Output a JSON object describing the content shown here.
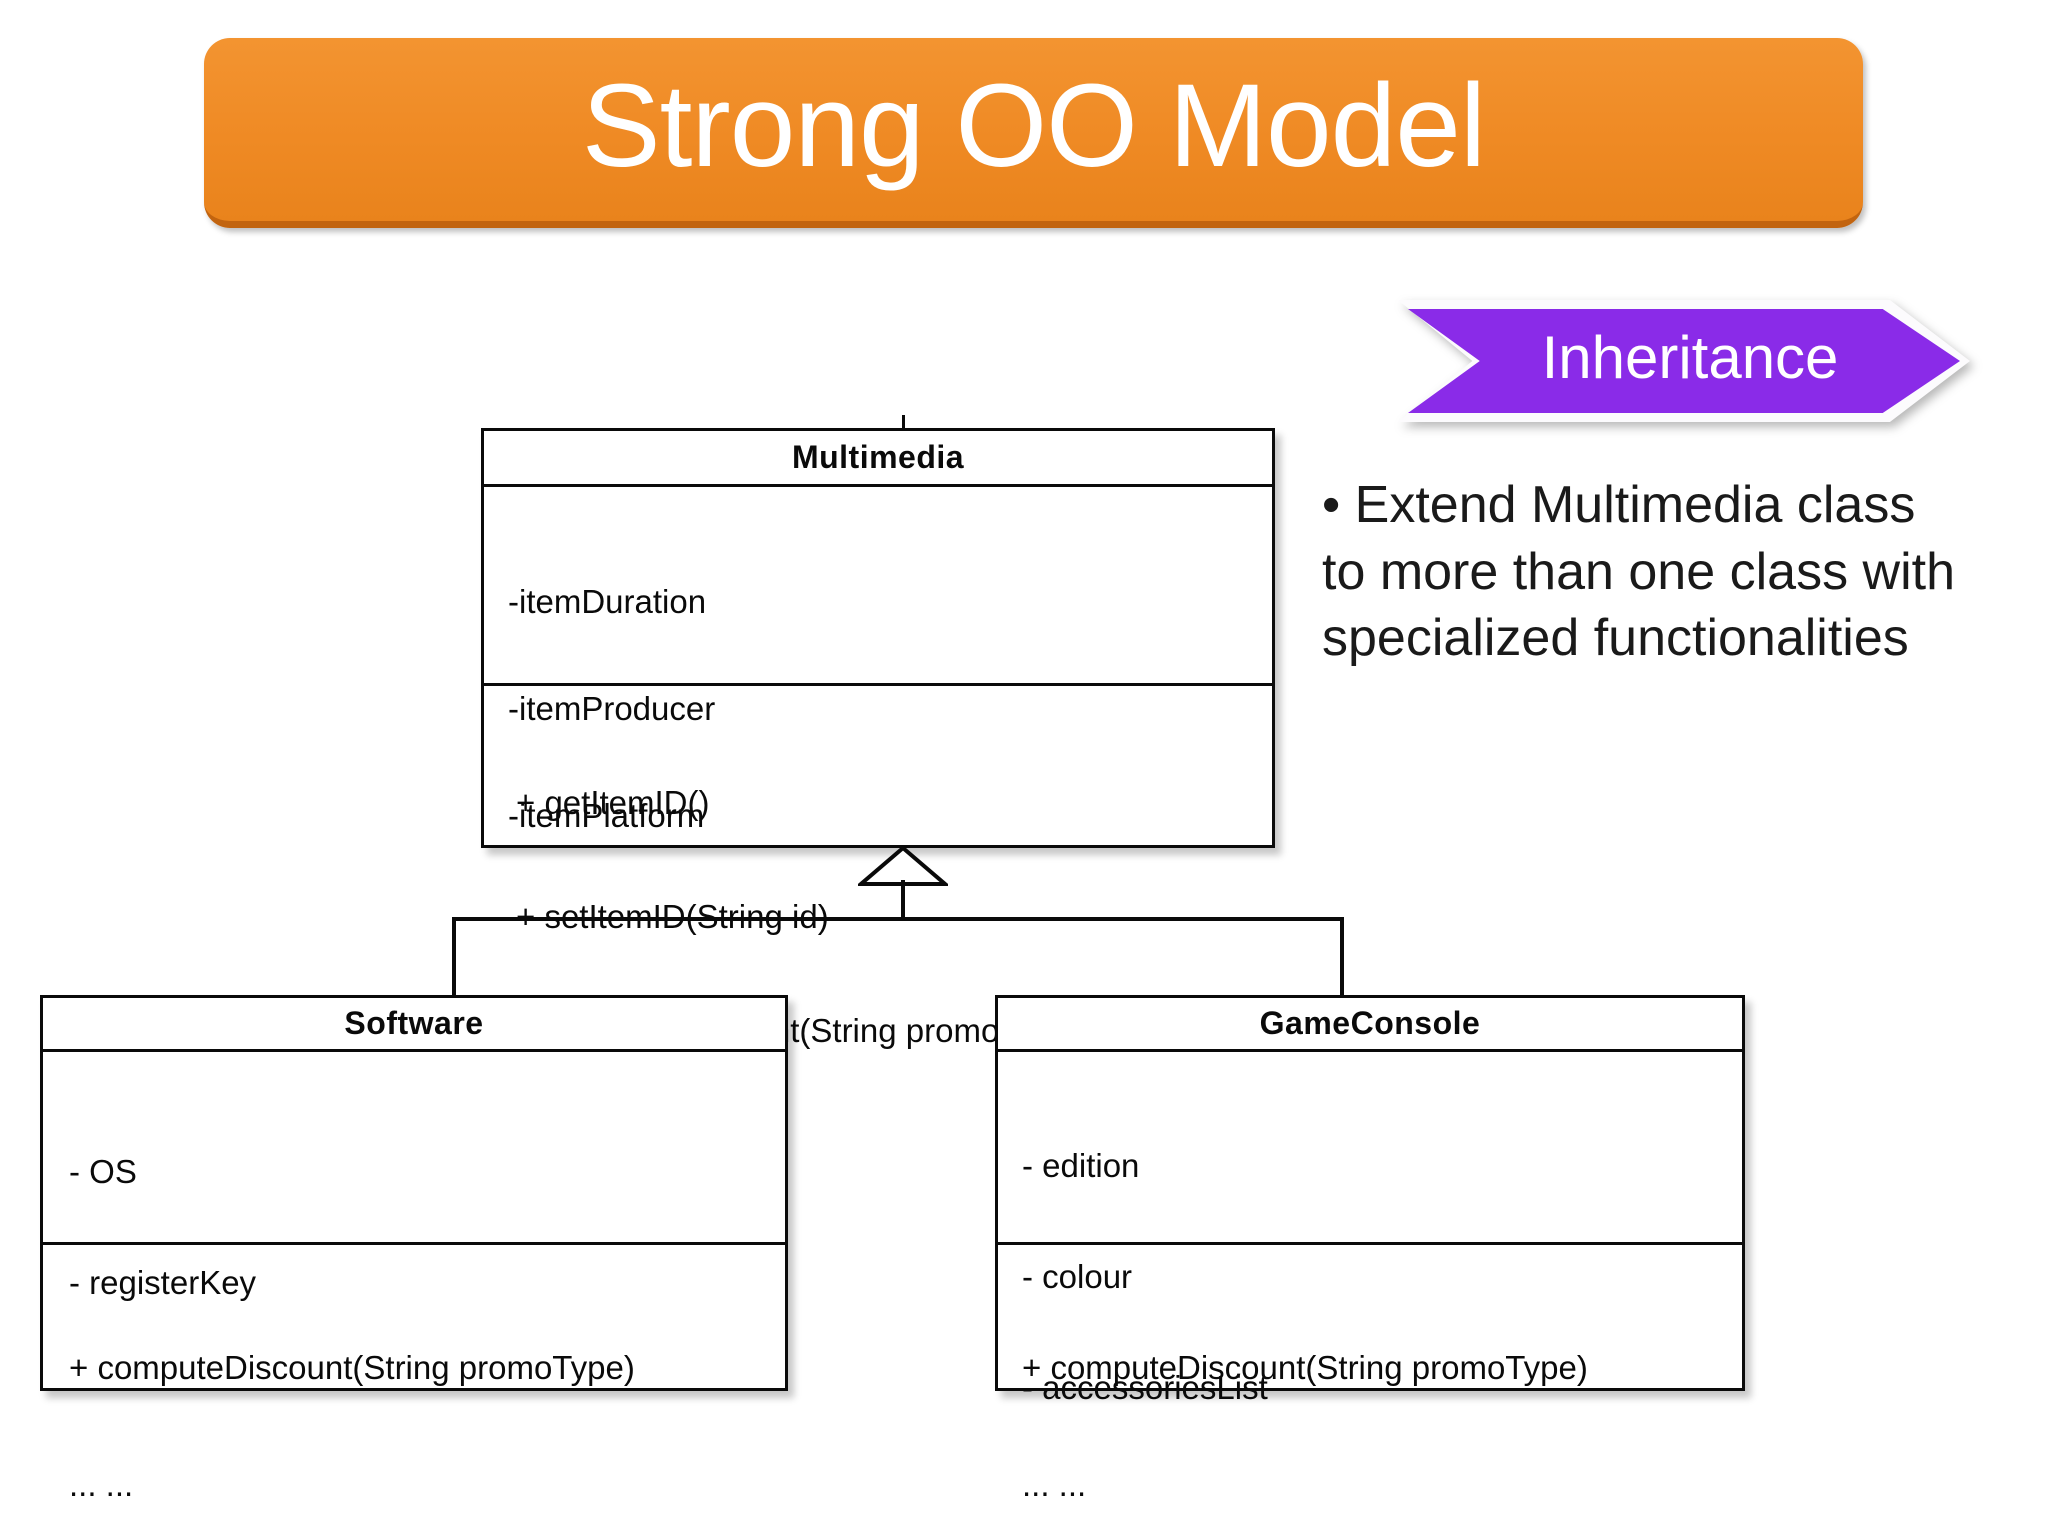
{
  "slide": {
    "title": "Strong OO Model",
    "title_bg_color": "#EF8A24",
    "title_text_color": "#FFFFFF"
  },
  "chevron": {
    "label": "Inheritance",
    "fill_color": "#8A2BE8",
    "border_color": "#FCFBFD",
    "text_color": "#FFFFFF",
    "icon": "chevron-right-banner"
  },
  "bullet": {
    "line1": "• Extend Multimedia class",
    "line2": "to more than one class with",
    "line3": "specialized functionalities"
  },
  "diagram": {
    "type": "uml-class-diagram",
    "relationship": "inheritance",
    "relationship_icon": "hollow-triangle-arrow",
    "classes": [
      {
        "name": "Multimedia",
        "role": "superclass",
        "attributes": [
          "-itemDuration",
          "-itemProducer",
          "-itemPlatform"
        ],
        "methods": [
          "+ getItemID()",
          "+ setItemID(String id)",
          "+ computeDiscount(String promotype)",
          "... ..."
        ]
      },
      {
        "name": "Software",
        "role": "subclass",
        "attributes": [
          "- OS",
          "- registerKey"
        ],
        "methods": [
          "+ computeDiscount(String promoType)",
          "... ..."
        ]
      },
      {
        "name": "GameConsole",
        "role": "subclass",
        "attributes": [
          "- edition",
          "- colour",
          "- accessoriesList"
        ],
        "methods": [
          "+ computeDiscount(String promoType)",
          "... ..."
        ]
      }
    ]
  }
}
